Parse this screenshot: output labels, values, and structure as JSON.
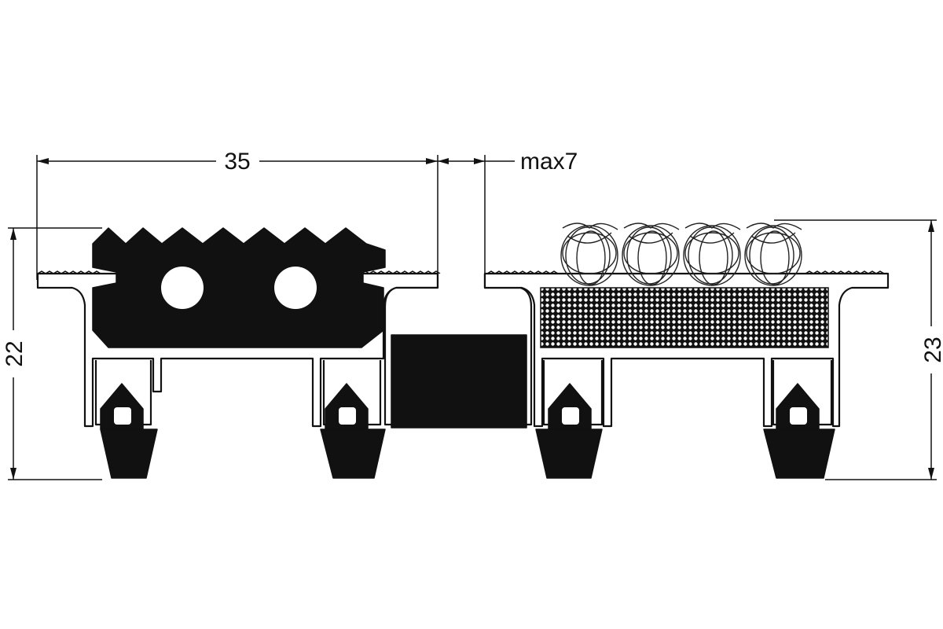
{
  "dimensions": {
    "top_width": "35",
    "gap": "max7",
    "left_height": "22",
    "right_height": "23"
  },
  "colors": {
    "line": "#111111",
    "background": "#ffffff"
  }
}
